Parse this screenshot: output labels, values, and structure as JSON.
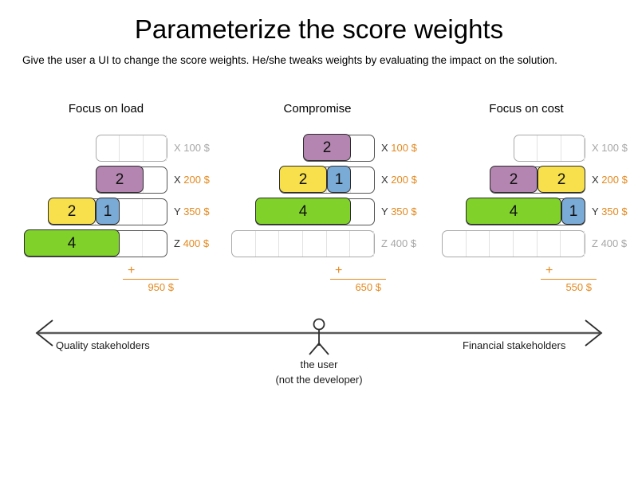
{
  "header": {
    "title": "Parameterize the score weights",
    "subtitle": "Give the user a UI to change the score weights. He/she tweaks weights by evaluating the impact on the solution."
  },
  "colors": {
    "purple": "#b385b0",
    "yellow": "#f7e04b",
    "blue": "#7aaad6",
    "green": "#80d22a",
    "orange": "#e3891f",
    "muted": "#a7a7a7",
    "stroke": "#2e2e2e"
  },
  "scenarios": [
    {
      "title": "Focus on load",
      "total_plus": "+",
      "total": "950 $",
      "rows": [
        {
          "letter": "X",
          "amount": "100 $",
          "muted": true,
          "slots": 3,
          "blocks": []
        },
        {
          "letter": "X",
          "amount": "200 $",
          "muted": false,
          "slots": 3,
          "blocks": [
            {
              "value": "2",
              "width": 2,
              "color": "purple"
            }
          ]
        },
        {
          "letter": "Y",
          "amount": "350 $",
          "muted": false,
          "slots": 5,
          "blocks": [
            {
              "value": "2",
              "width": 2,
              "color": "yellow"
            },
            {
              "value": "1",
              "width": 1,
              "color": "blue"
            }
          ]
        },
        {
          "letter": "Z",
          "amount": "400 $",
          "muted": false,
          "slots": 6,
          "blocks": [
            {
              "value": "4",
              "width": 4,
              "color": "green"
            }
          ]
        }
      ]
    },
    {
      "title": "Compromise",
      "total_plus": "+",
      "total": "650 $",
      "rows": [
        {
          "letter": "X",
          "amount": "100 $",
          "muted": false,
          "slots": 3,
          "blocks": [
            {
              "value": "2",
              "width": 2,
              "color": "purple"
            }
          ]
        },
        {
          "letter": "X",
          "amount": "200 $",
          "muted": false,
          "slots": 4,
          "blocks": [
            {
              "value": "2",
              "width": 2,
              "color": "yellow"
            },
            {
              "value": "1",
              "width": 1,
              "color": "blue"
            }
          ]
        },
        {
          "letter": "Y",
          "amount": "350 $",
          "muted": false,
          "slots": 5,
          "blocks": [
            {
              "value": "4",
              "width": 4,
              "color": "green"
            }
          ]
        },
        {
          "letter": "Z",
          "amount": "400 $",
          "muted": true,
          "slots": 6,
          "blocks": []
        }
      ]
    },
    {
      "title": "Focus on cost",
      "total_plus": "+",
      "total": "550 $",
      "rows": [
        {
          "letter": "X",
          "amount": "100 $",
          "muted": true,
          "slots": 3,
          "blocks": []
        },
        {
          "letter": "X",
          "amount": "200 $",
          "muted": false,
          "slots": 4,
          "blocks": [
            {
              "value": "2",
              "width": 2,
              "color": "purple"
            },
            {
              "value": "2",
              "width": 2,
              "color": "yellow"
            }
          ]
        },
        {
          "letter": "Y",
          "amount": "350 $",
          "muted": false,
          "slots": 5,
          "blocks": [
            {
              "value": "4",
              "width": 4,
              "color": "green"
            },
            {
              "value": "1",
              "width": 1,
              "color": "blue"
            }
          ]
        },
        {
          "letter": "Z",
          "amount": "400 $",
          "muted": true,
          "slots": 6,
          "blocks": []
        }
      ]
    }
  ],
  "axis": {
    "left_label": "Quality stakeholders",
    "right_label": "Financial stakeholders",
    "user_caption_line1": "the user",
    "user_caption_line2": "(not the developer)"
  }
}
